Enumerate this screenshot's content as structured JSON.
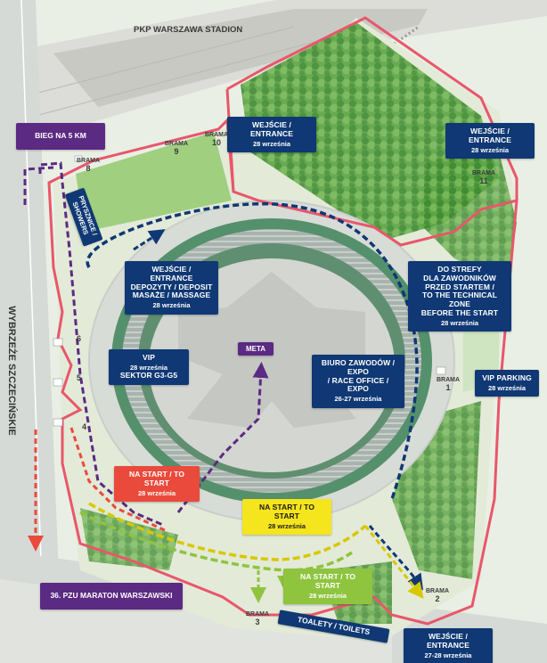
{
  "stadium_name": "PKP WARSZAWA STADION",
  "street_name": "WYBRZEŻE SZCZECIŃSKIE",
  "labels": {
    "entrance_top": {
      "title": "WEJŚCIE / ENTRANCE",
      "date": "28 września"
    },
    "entrance_right": {
      "title": "WEJŚCIE / ENTRANCE",
      "date": "28 września"
    },
    "entrance_bottom": {
      "title": "WEJŚCIE / ENTRANCE",
      "date": "27-28 września"
    },
    "deposit": {
      "line1": "WEJŚCIE / ENTRANCE",
      "line2": "DEPOZYTY / DEPOSIT",
      "line3": "MASAŻE / MASSAGE",
      "date": "28 września"
    },
    "technical_zone": {
      "line1": "DO STREFY",
      "line2": "DLA ZAWODNIKÓW",
      "line3": "PRZED STARTEM /",
      "line4": "TO THE TECHNICAL ZONE",
      "line5": "BEFORE THE START",
      "date": "28 września"
    },
    "vip": {
      "title": "VIP",
      "date": "28 września",
      "sector": "SEKTOR G3-G5"
    },
    "race_office": {
      "line1": "BIURO ZAWODÓW / EXPO",
      "line2": "/ RACE OFFICE / EXPO",
      "date": "26-27 września"
    },
    "vip_parking": {
      "title": "VIP PARKING",
      "date": "28 września"
    },
    "meta": "META",
    "bieg_5km": "BIEG NA 5 KM",
    "showers": "PRYSZNICE / SHOWERS",
    "start_red": {
      "title": "NA START / TO START",
      "date": "28 września"
    },
    "start_yellow": {
      "title": "NA START / TO START",
      "date": "28 września"
    },
    "start_green": {
      "title": "NA START / TO START",
      "date": "28 września"
    },
    "marathon": "36. PZU MARATON WARSZAWSKI",
    "toilets": "TOALETY / TOILETS"
  },
  "gates": [
    {
      "word": "BRAMA",
      "num": "8"
    },
    {
      "word": "BRAMA",
      "num": "9"
    },
    {
      "word": "BRAMA",
      "num": "10"
    },
    {
      "word": "BRAMA",
      "num": "11"
    },
    {
      "word": "BRAMA",
      "num": "1"
    },
    {
      "word": "BRAMA",
      "num": "2"
    },
    {
      "word": "BRAMA",
      "num": "3"
    },
    {
      "num": "6"
    },
    {
      "num": "5"
    },
    {
      "num": "4"
    }
  ],
  "colors": {
    "navy": "#0f3874",
    "purple": "#5b2a82",
    "red_route": "#e94a3c",
    "yellow_route": "#f5e51c",
    "green_route": "#8fc43f",
    "fence": "#e8576a",
    "tree_green": "#4f9b3c"
  }
}
